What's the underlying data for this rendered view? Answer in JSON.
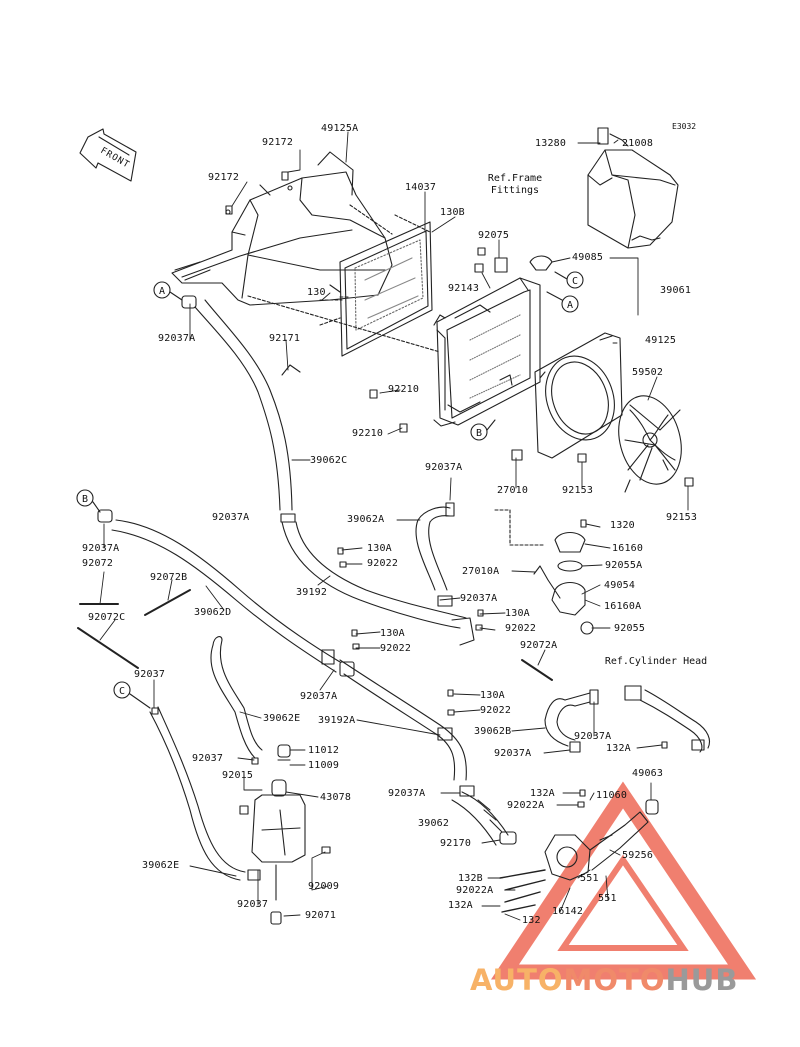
{
  "diagram": {
    "code": "E3032",
    "front_label": "FRONT",
    "watermark": {
      "part1": "AUTO",
      "part2": "MOTO",
      "part3": "HUB"
    },
    "callouts": [
      "A",
      "A",
      "B",
      "B",
      "C",
      "C"
    ],
    "refs": {
      "frame": "Ref.Frame Fittings",
      "cylinder": "Ref.Cylinder Head"
    },
    "parts": [
      "92172",
      "49125A",
      "92172",
      "14037",
      "130B",
      "13280",
      "21008",
      "92075",
      "49085",
      "39061",
      "92143",
      "130",
      "92037A",
      "92171",
      "49125",
      "59502",
      "92210",
      "92210",
      "39062C",
      "92037A",
      "27010",
      "92153",
      "92037A",
      "92153",
      "1320",
      "39062A",
      "16160",
      "130A",
      "92022",
      "92055A",
      "92037A",
      "92072",
      "92072B",
      "39192",
      "27010A",
      "49054",
      "39062D",
      "92037A",
      "130A",
      "16160A",
      "92072C",
      "92022",
      "92055",
      "130A",
      "92022",
      "92072A",
      "92037",
      "92037A",
      "130A",
      "92022",
      "39062E",
      "39192A",
      "39062B",
      "92037A",
      "92037",
      "11012",
      "92037A",
      "132A",
      "11009",
      "92015",
      "43078",
      "132A",
      "49063",
      "92037A",
      "92022A",
      "11060",
      "39062",
      "92170",
      "59256",
      "39062E",
      "132B",
      "551",
      "92009",
      "92022A",
      "551",
      "92037",
      "132A",
      "16142",
      "92071",
      "132"
    ]
  }
}
